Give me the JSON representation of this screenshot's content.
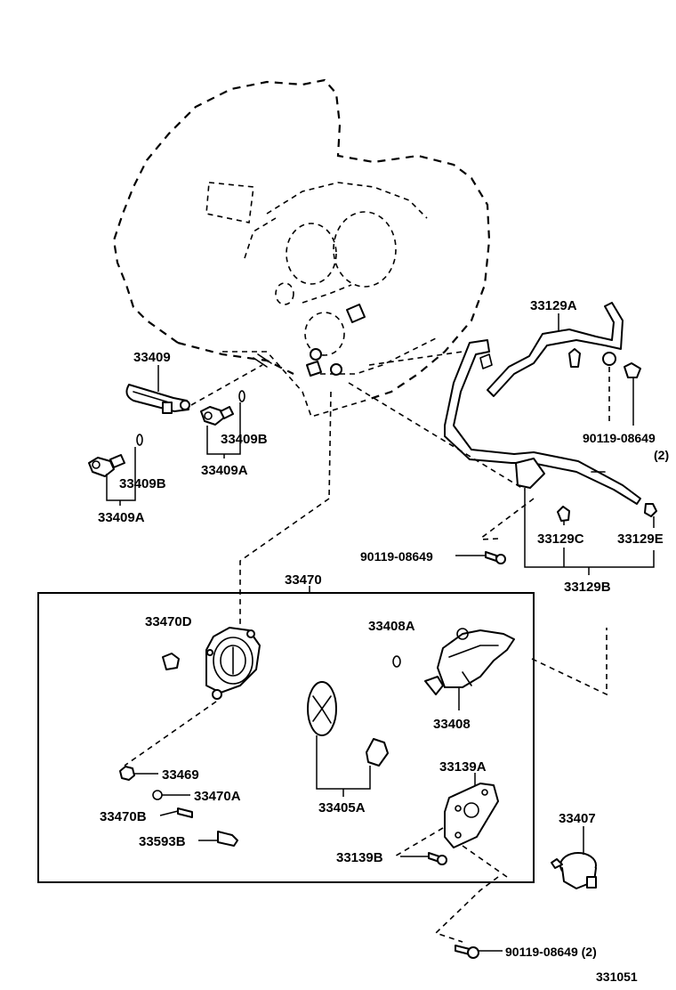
{
  "labels": {
    "p33409": "33409",
    "p33409B_upper": "33409B",
    "p33409A_upper": "33409A",
    "p33409B_lower": "33409B",
    "p33409A_lower": "33409A",
    "p33129A": "33129A",
    "p90119_top": "90119-08649",
    "p90119_top_qty": "(2)",
    "p90119_mid": "90119-08649",
    "p33129C": "33129C",
    "p33129E": "33129E",
    "p33129B": "33129B",
    "p33470": "33470",
    "p33470D": "33470D",
    "p33408A": "33408A",
    "p33408": "33408",
    "p33469": "33469",
    "p33470A": "33470A",
    "p33470B": "33470B",
    "p33593B": "33593B",
    "p33405A": "33405A",
    "p33139A": "33139A",
    "p33139B": "33139B",
    "p33407": "33407",
    "p90119_bottom": "90119-08649 (2)",
    "diagram_number": "331051"
  }
}
